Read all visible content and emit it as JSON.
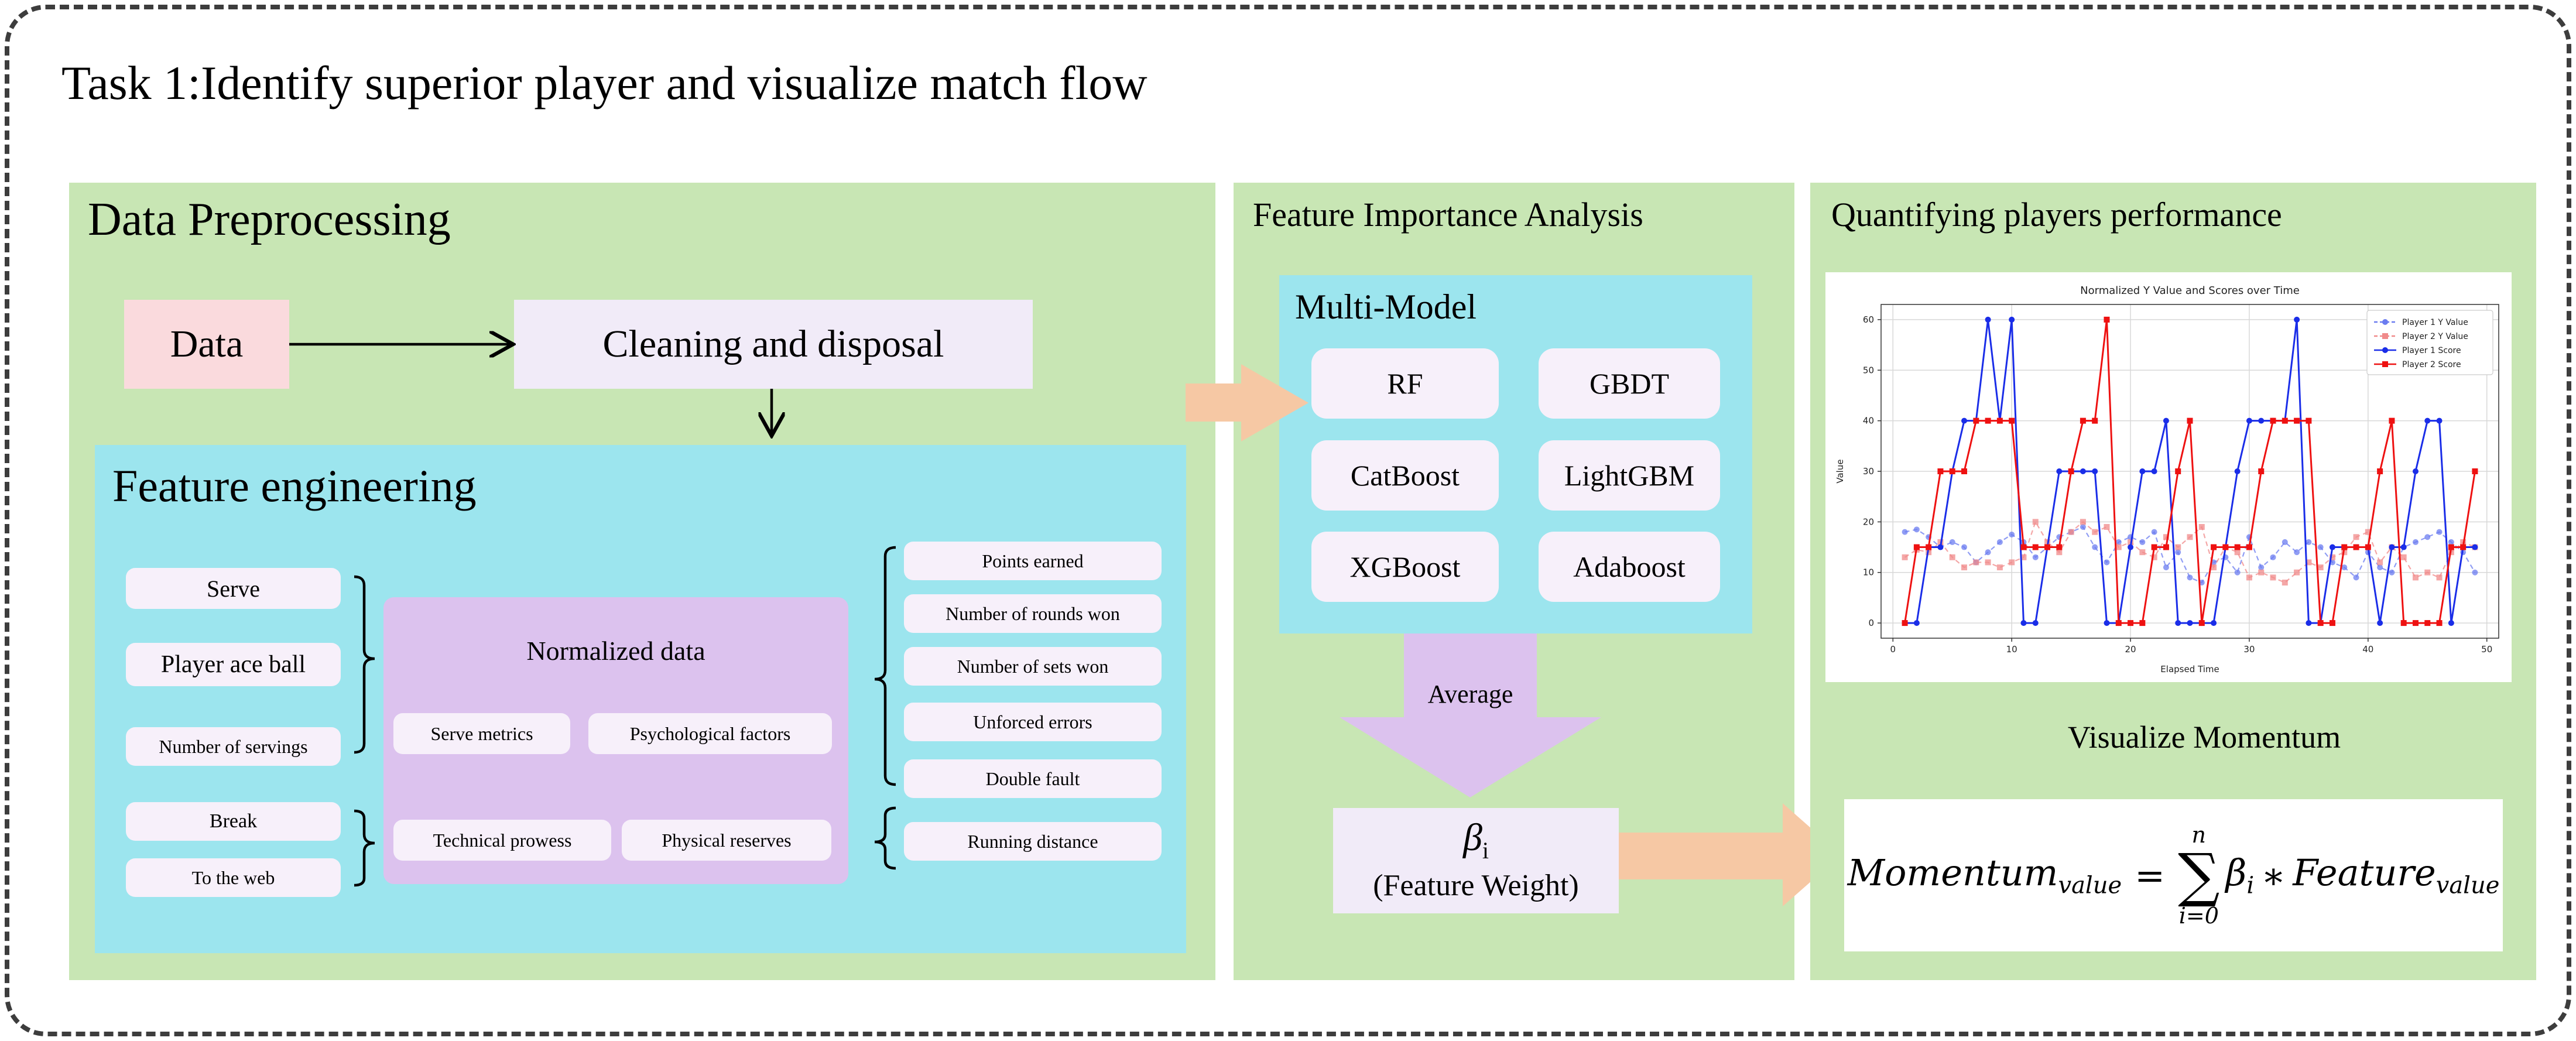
{
  "title": "Task 1:Identify superior player and visualize match flow",
  "preprocessing": {
    "title": "Data Preprocessing",
    "data_label": "Data",
    "cleaning_label": "Cleaning and disposal"
  },
  "feature_engineering": {
    "title": "Feature engineering",
    "left_items": [
      "Serve",
      "Player ace ball",
      "Number of servings",
      "Break",
      "To the web"
    ],
    "normalized_title": "Normalized data",
    "categories": [
      "Serve metrics",
      "Psychological factors",
      "Technical prowess",
      "Physical reserves"
    ],
    "right_items": [
      "Points earned",
      "Number of rounds won",
      "Number of sets won",
      "Unforced errors",
      "Double fault",
      "Running distance"
    ]
  },
  "importance": {
    "title": "Feature Importance Analysis",
    "multi_model_title": "Multi-Model",
    "models": [
      "RF",
      "GBDT",
      "CatBoost",
      "LightGBM",
      "XGBoost",
      "Adaboost"
    ],
    "average_label": "Average",
    "beta_symbol": "β",
    "beta_subscript": "i",
    "beta_caption": "(Feature Weight)"
  },
  "quantifying": {
    "title": "Quantifying players performance",
    "visualize_label": "Visualize Momentum",
    "formula": {
      "lhs": "Momentum",
      "lhs_sub": "value",
      "equals": "=",
      "sum_top": "n",
      "sum_symbol": "∑",
      "sum_bottom": "i=0",
      "beta": "β",
      "beta_sub": "i",
      "times": "∗",
      "feature": "Feature",
      "feature_sub": "value"
    }
  },
  "chart_data": {
    "type": "line",
    "title": "Normalized Y Value and Scores over Time",
    "xlabel": "Elapsed Time",
    "ylabel": "Value",
    "xlim": [
      -1,
      51
    ],
    "ylim": [
      -3,
      63
    ],
    "xticks": [
      0,
      10,
      20,
      30,
      40,
      50
    ],
    "yticks": [
      0,
      10,
      20,
      30,
      40,
      50,
      60
    ],
    "grid": true,
    "legend_position": "top-right",
    "series": [
      {
        "name": "Player 1 Y Value",
        "color": "#6b7cf0",
        "style": "dashed-circle",
        "x": [
          1,
          2,
          3,
          4,
          5,
          6,
          7,
          8,
          9,
          10,
          11,
          12,
          13,
          14,
          15,
          16,
          17,
          18,
          19,
          20,
          21,
          22,
          23,
          24,
          25,
          26,
          27,
          28,
          29,
          30,
          31,
          32,
          33,
          34,
          35,
          36,
          37,
          38,
          39,
          40,
          41,
          42,
          43,
          44,
          45,
          46,
          47,
          48,
          49
        ],
        "y": [
          18,
          18.5,
          17,
          15,
          16,
          15,
          12,
          14,
          16,
          17.5,
          16,
          13,
          15,
          17,
          18,
          19,
          15,
          12,
          16,
          17,
          16,
          18,
          11,
          14,
          9,
          8,
          12,
          13,
          10,
          17,
          11,
          13,
          16,
          14,
          16,
          15,
          12,
          11,
          9,
          14,
          11,
          10,
          15,
          16,
          17,
          18,
          16,
          14,
          10
        ]
      },
      {
        "name": "Player 2 Y Value",
        "color": "#f08a8a",
        "style": "dashed-square",
        "x": [
          1,
          2,
          3,
          4,
          5,
          6,
          7,
          8,
          9,
          10,
          11,
          12,
          13,
          14,
          15,
          16,
          17,
          18,
          19,
          20,
          21,
          22,
          23,
          24,
          25,
          26,
          27,
          28,
          29,
          30,
          31,
          32,
          33,
          34,
          35,
          36,
          37,
          38,
          39,
          40,
          41,
          42,
          43,
          44,
          45,
          46,
          47,
          48,
          49
        ],
        "y": [
          13,
          14.5,
          14,
          16,
          13,
          11,
          12,
          12,
          11,
          12,
          13,
          20,
          16,
          14,
          18,
          20,
          18,
          19,
          15,
          16,
          14,
          13,
          17,
          15,
          17,
          19,
          11,
          15,
          14,
          9,
          10,
          9,
          8,
          10,
          12,
          11,
          13,
          14,
          17,
          18,
          12,
          15,
          13,
          9,
          10,
          9,
          14,
          16,
          15
        ]
      },
      {
        "name": "Player 1 Score",
        "color": "#1a2de8",
        "style": "solid-circle",
        "x": [
          1,
          2,
          3,
          4,
          5,
          6,
          7,
          8,
          9,
          10,
          11,
          12,
          13,
          14,
          15,
          16,
          17,
          18,
          19,
          20,
          21,
          22,
          23,
          24,
          25,
          26,
          27,
          28,
          29,
          30,
          31,
          32,
          33,
          34,
          35,
          36,
          37,
          38,
          39,
          40,
          41,
          42,
          43,
          44,
          45,
          46,
          47,
          48,
          49
        ],
        "y": [
          0,
          0,
          15,
          15,
          30,
          40,
          40,
          60,
          40,
          60,
          0,
          0,
          15,
          30,
          30,
          30,
          30,
          0,
          0,
          15,
          30,
          30,
          40,
          0,
          0,
          0,
          0,
          15,
          30,
          40,
          40,
          40,
          40,
          60,
          0,
          0,
          15,
          15,
          15,
          15,
          0,
          15,
          15,
          30,
          40,
          40,
          0,
          15,
          15
        ]
      },
      {
        "name": "Player 2 Score",
        "color": "#ee1111",
        "style": "solid-square",
        "x": [
          1,
          2,
          3,
          4,
          5,
          6,
          7,
          8,
          9,
          10,
          11,
          12,
          13,
          14,
          15,
          16,
          17,
          18,
          19,
          20,
          21,
          22,
          23,
          24,
          25,
          26,
          27,
          28,
          29,
          30,
          31,
          32,
          33,
          34,
          35,
          36,
          37,
          38,
          39,
          40,
          41,
          42,
          43,
          44,
          45,
          46,
          47,
          48,
          49
        ],
        "y": [
          0,
          15,
          15,
          30,
          30,
          30,
          40,
          40,
          40,
          40,
          15,
          15,
          15,
          15,
          30,
          40,
          40,
          60,
          0,
          0,
          0,
          15,
          15,
          30,
          40,
          0,
          15,
          15,
          15,
          15,
          30,
          40,
          40,
          40,
          40,
          0,
          0,
          15,
          15,
          15,
          30,
          40,
          0,
          0,
          0,
          0,
          15,
          15,
          30
        ]
      }
    ]
  }
}
